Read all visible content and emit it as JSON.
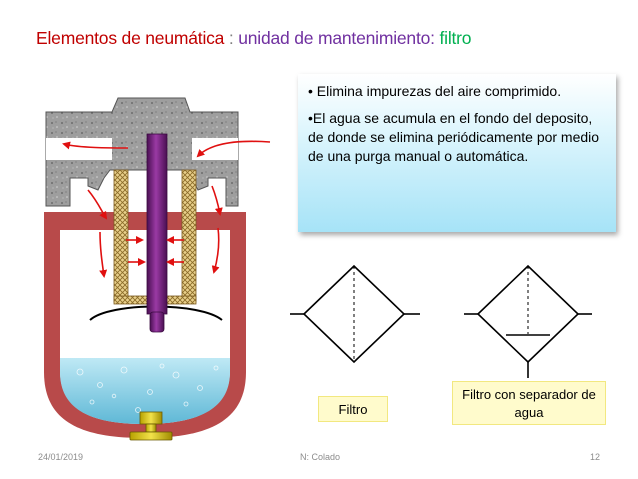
{
  "title": {
    "part1": "Elementos de neumática",
    "separator": " : ",
    "part2": "unidad de mantenimiento:",
    "part3": " filtro"
  },
  "info": {
    "bullet1": "• Elimina impurezas del aire comprimido.",
    "bullet2": "•El agua se acumula en el fondo del deposito, de donde se elimina periódicamente por medio de una purga manual o automática."
  },
  "symbols": {
    "filtro_label": "Filtro",
    "separador_label": "Filtro con separador de agua"
  },
  "footer": {
    "date": "24/01/2019",
    "author": "N: Colado",
    "page": "12"
  },
  "colors": {
    "title_red": "#c00000",
    "title_purple": "#7030a0",
    "title_green": "#00b050",
    "body_red": "#b84a4a",
    "stem_purple": "#7a2a82",
    "water_blue": "#7fd0e8",
    "arrow_red": "#e01010"
  }
}
